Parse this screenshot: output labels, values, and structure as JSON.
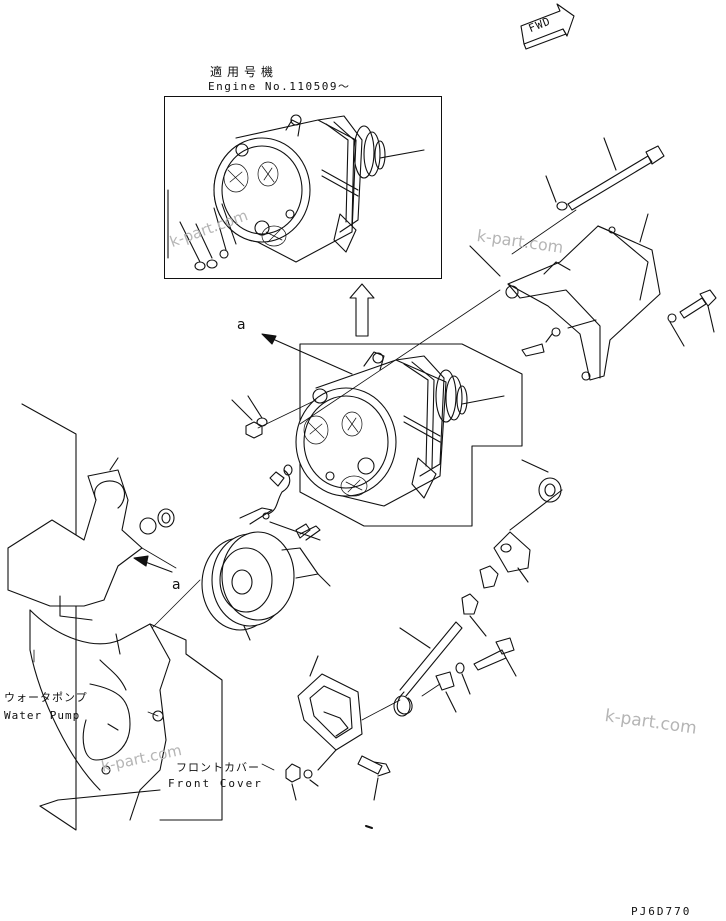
{
  "labels": {
    "applicable_jp": "適用号機",
    "engine_no": "Engine No.110509〜",
    "fwd": "FWD",
    "water_pump_jp": "ウォータポンプ",
    "water_pump_en": "Water Pump",
    "front_cover_jp": "フロントカバー",
    "front_cover_en": "Front Cover",
    "view_mark": "a",
    "drawing_code": "PJ6D770"
  },
  "watermarks": [
    "k-part.com",
    "k-part.com",
    "k-part.com",
    "k-part.com"
  ]
}
